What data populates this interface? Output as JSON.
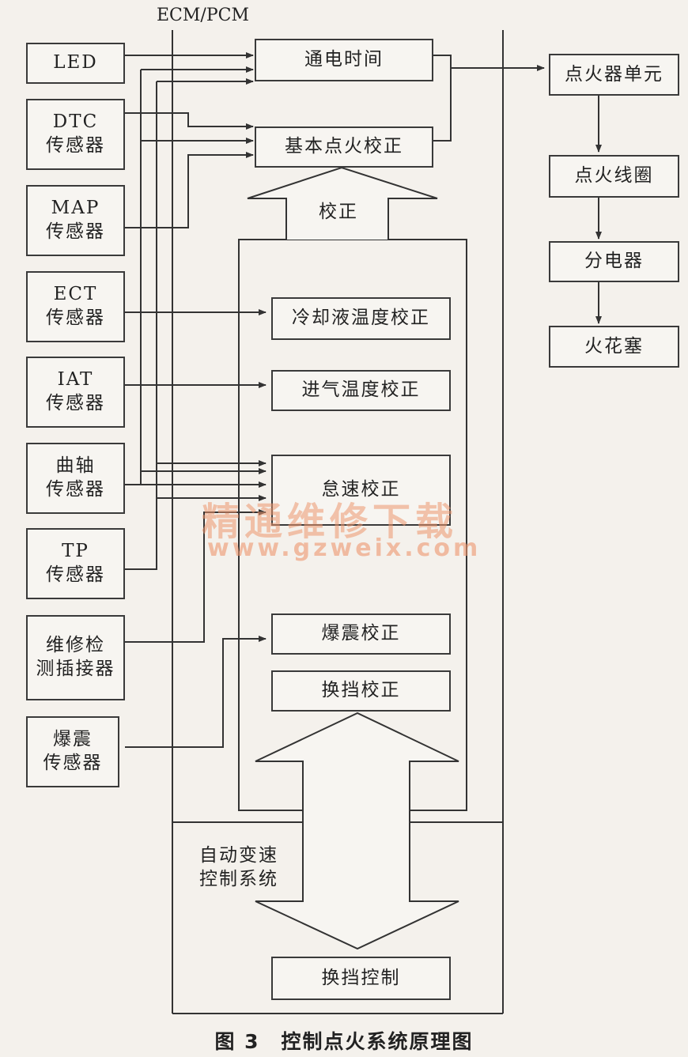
{
  "ecm_label": "ECM/PCM",
  "inputs": [
    {
      "line1": "LED",
      "line2": ""
    },
    {
      "line1": "DTC",
      "line2": "传感器"
    },
    {
      "line1": "MAP",
      "line2": "传感器"
    },
    {
      "line1": "ECT",
      "line2": "传感器"
    },
    {
      "line1": "IAT",
      "line2": "传感器"
    },
    {
      "line1": "曲轴",
      "line2": "传感器"
    },
    {
      "line1": "TP",
      "line2": "传感器"
    },
    {
      "line1": "维修检",
      "line2": "测插接器"
    },
    {
      "line1": "爆震",
      "line2": "传感器"
    }
  ],
  "ecm_blocks": {
    "dwell": "通电时间",
    "basic_timing": "基本点火校正",
    "correction_arrow": "校正",
    "coolant": "冷却液温度校正",
    "intake": "进气温度校正",
    "idle": "怠速校正",
    "knock": "爆震校正",
    "shift_corr": "换挡校正",
    "at_control_line1": "自动变速",
    "at_control_line2": "控制系统",
    "shift_control": "换挡控制"
  },
  "outputs": [
    "点火器单元",
    "点火线圈",
    "分电器",
    "火花塞"
  ],
  "watermark": {
    "cn": "精通维修下载",
    "url": "www.gzweix.com"
  },
  "caption": "图 3　控制点火系统原理图",
  "colors": {
    "line": "#333333",
    "watermark": "#ec966e"
  }
}
